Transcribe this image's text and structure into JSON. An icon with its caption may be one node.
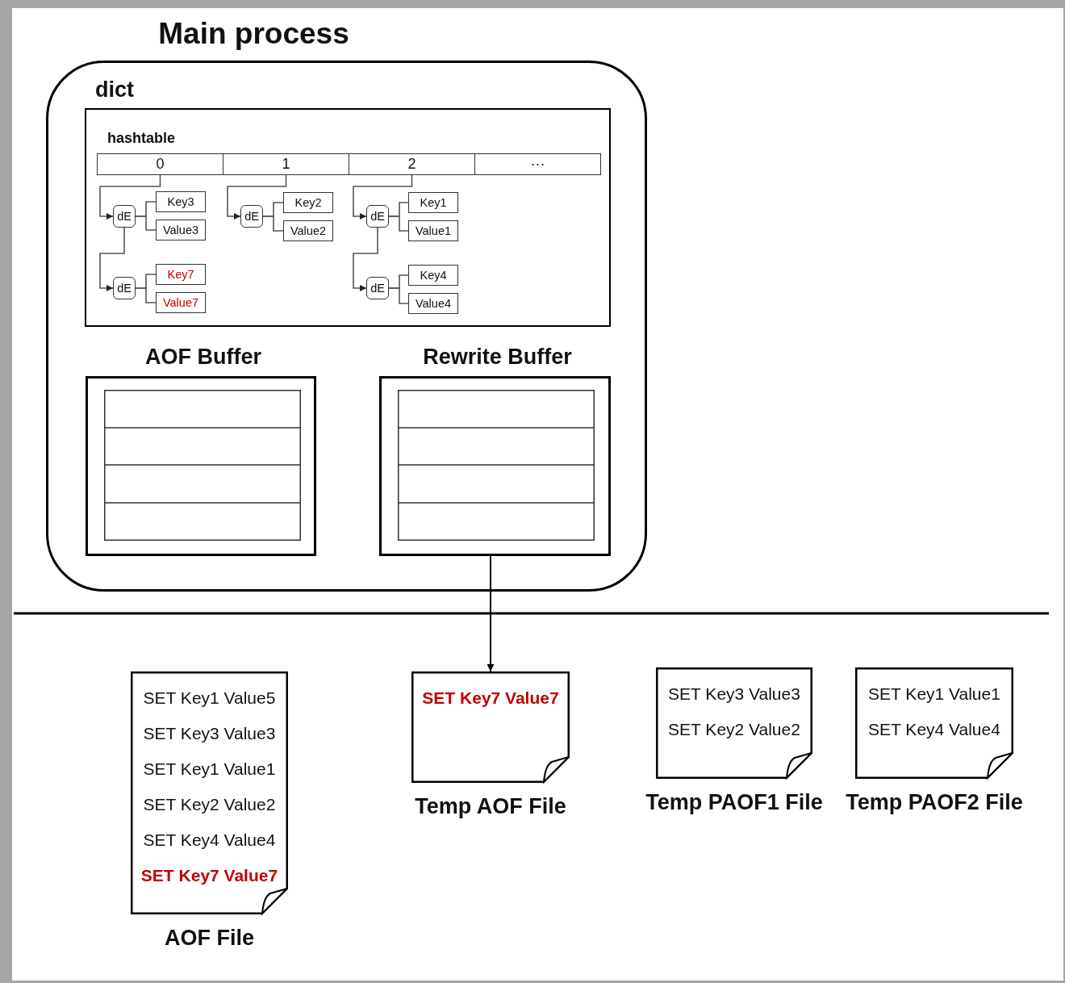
{
  "diagram": {
    "nodes": [
      {
        "text": [
          "Main process"
        ]
      },
      {
        "text": [
          "dict",
          "hashtable"
        ],
        "in": 0
      },
      {
        "text": [
          "0"
        ],
        "in": 1
      },
      {
        "text": [
          "1"
        ],
        "in": 1
      },
      {
        "text": [
          "2"
        ],
        "in": 1
      },
      {
        "text": [
          "···"
        ],
        "in": 1
      },
      {
        "text": [
          "dE"
        ],
        "in": 1
      },
      {
        "text": [
          "Key3"
        ],
        "in": 1
      },
      {
        "text": [
          "Value3"
        ],
        "in": 1
      },
      {
        "text": [
          "dE"
        ],
        "in": 1
      },
      {
        "text": [
          "Key7"
        ],
        "in": 1
      },
      {
        "text": [
          "Value7"
        ],
        "in": 1
      },
      {
        "text": [
          "dE"
        ],
        "in": 1
      },
      {
        "text": [
          "Key2"
        ],
        "in": 1
      },
      {
        "text": [
          "Value2"
        ],
        "in": 1
      },
      {
        "text": [
          "dE"
        ],
        "in": 1
      },
      {
        "text": [
          "Key1"
        ],
        "in": 1
      },
      {
        "text": [
          "Value1"
        ],
        "in": 1
      },
      {
        "text": [
          "dE"
        ],
        "in": 1
      },
      {
        "text": [
          "Key4"
        ],
        "in": 1
      },
      {
        "text": [
          "Value4"
        ],
        "in": 1
      },
      {
        "text": [
          "AOF Buffer"
        ],
        "in": 0
      },
      {
        "text": [
          "Rewrite Buffer"
        ],
        "in": 0
      },
      {
        "text": [
          "SET Key1 Value5",
          "SET Key3 Value3",
          "SET Key1 Value1",
          "SET Key2 Value2",
          "SET Key4 Value4",
          "SET Key7 Value7"
        ],
        "beside": [
          "AOF File"
        ]
      },
      {
        "text": [
          "SET Key7 Value7"
        ],
        "beside": [
          "Temp AOF File"
        ]
      },
      {
        "text": [
          "SET Key3 Value3",
          "SET Key2 Value2"
        ],
        "beside": [
          "Temp PAOF1 File"
        ]
      },
      {
        "text": [
          "SET Key1 Value1",
          "SET Key4 Value4"
        ],
        "beside": [
          "Temp PAOF2 File"
        ]
      }
    ],
    "edges": [
      {
        "from": 2,
        "to": 6,
        "arrow": "to"
      },
      {
        "from": 6,
        "to": 7,
        "arrow": "none"
      },
      {
        "from": 6,
        "to": 8,
        "arrow": "none"
      },
      {
        "from": 6,
        "to": 9,
        "arrow": "to"
      },
      {
        "from": 9,
        "to": 10,
        "arrow": "none"
      },
      {
        "from": 9,
        "to": 11,
        "arrow": "none"
      },
      {
        "from": 3,
        "to": 12,
        "arrow": "to"
      },
      {
        "from": 12,
        "to": 13,
        "arrow": "none"
      },
      {
        "from": 12,
        "to": 14,
        "arrow": "none"
      },
      {
        "from": 4,
        "to": 15,
        "arrow": "to"
      },
      {
        "from": 15,
        "to": 16,
        "arrow": "none"
      },
      {
        "from": 15,
        "to": 17,
        "arrow": "none"
      },
      {
        "from": 15,
        "to": 18,
        "arrow": "to"
      },
      {
        "from": 18,
        "to": 19,
        "arrow": "none"
      },
      {
        "from": 18,
        "to": 20,
        "arrow": "none"
      },
      {
        "from": 22,
        "to": 24,
        "arrow": "to"
      }
    ]
  }
}
